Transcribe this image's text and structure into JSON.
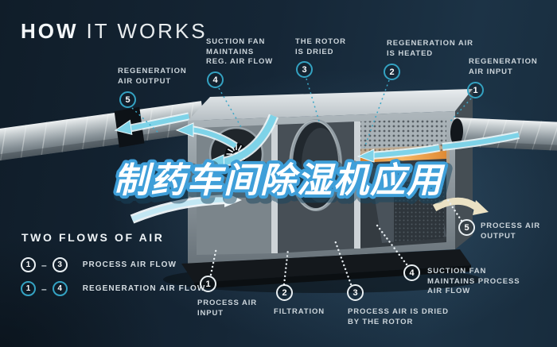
{
  "title": {
    "bold": "HOW",
    "light": "IT WORKS"
  },
  "watermark": {
    "text": "制药车间除湿机应用",
    "fill": "#ffffff",
    "stroke_color": "#3f9fd9"
  },
  "colors": {
    "background": "#16293a",
    "teal_accent": "#34a2c2",
    "process_circle_white": "#e9eff2",
    "flow_arrow_blue": "#7ed3e8",
    "heater_orange": "#e8892f",
    "output_arrow_cream": "#ebe2c4"
  },
  "regeneration_callouts": [
    {
      "num": "1",
      "label": "REGENERATION\nAIR INPUT"
    },
    {
      "num": "2",
      "label": "REGENERATION AIR\nIS HEATED"
    },
    {
      "num": "3",
      "label": "THE ROTOR\nIS DRIED"
    },
    {
      "num": "4",
      "label": "SUCTION FAN\nMAINTAINS\nREG. AIR FLOW"
    },
    {
      "num": "5",
      "label": "REGENERATION\nAIR OUTPUT"
    }
  ],
  "process_callouts": [
    {
      "num": "1",
      "label": "PROCESS AIR\nINPUT"
    },
    {
      "num": "2",
      "label": "FILTRATION"
    },
    {
      "num": "3",
      "label": "PROCESS AIR IS DRIED\nBY THE ROTOR"
    },
    {
      "num": "4",
      "label": "SUCTION FAN\nMAINTAINS PROCESS\nAIR FLOW"
    },
    {
      "num": "5",
      "label": "PROCESS AIR\nOUTPUT"
    }
  ],
  "legend": {
    "title": "TWO FLOWS OF AIR",
    "dash": "–",
    "rows": [
      {
        "from": "1",
        "to": "3",
        "label": "PROCESS AIR FLOW"
      },
      {
        "from": "1",
        "to": "4",
        "label": "REGENERATION AIR FLOW"
      }
    ]
  }
}
